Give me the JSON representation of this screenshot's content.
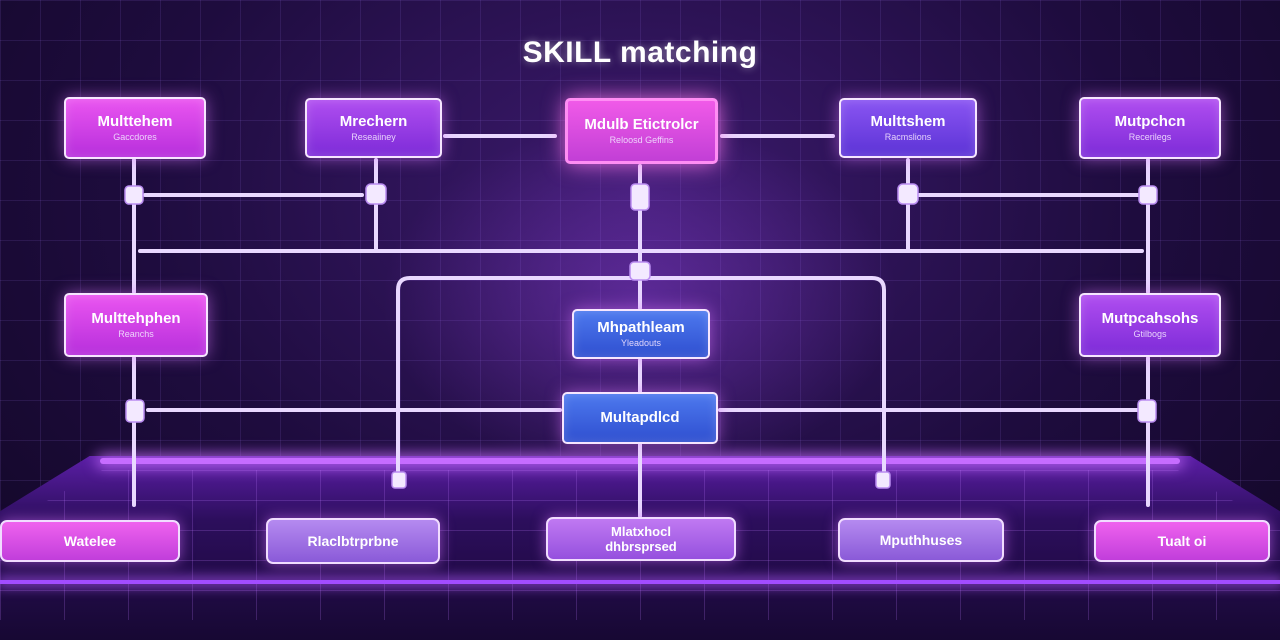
{
  "title": "SKILL matching",
  "colors": {
    "background": "#1e0c3e",
    "accent_pink": "#ea55f0",
    "accent_violet": "#b04ef0",
    "accent_blue": "#3f63e0",
    "wire": "#e9d8ff"
  },
  "top_nodes": [
    {
      "label": "Multtehem",
      "sub": "Gaccdores"
    },
    {
      "label": "Mrechern",
      "sub": "Reseaiiney"
    },
    {
      "label": "Mdulb Etictrolcr",
      "sub": "Reloosd Geffins"
    },
    {
      "label": "Multtshem",
      "sub": "Racmslions"
    },
    {
      "label": "Mutpchcn",
      "sub": "Recerilegs"
    }
  ],
  "side_nodes": [
    {
      "label": "Multtehphen",
      "sub": "Reanchs"
    },
    {
      "label": "Mutpcahsohs",
      "sub": "Gtilbogs"
    }
  ],
  "center_nodes": [
    {
      "label": "Mhpathleam",
      "sub": "Yleadouts"
    },
    {
      "label": "Multapdlcd",
      "sub": ""
    }
  ],
  "bottom_plates": [
    {
      "label": "Watelee"
    },
    {
      "label": "Rlaclbtrprbne"
    },
    {
      "label": "Mlatxhocl\ndhbrsprsed"
    },
    {
      "label": "Mputhhuses"
    },
    {
      "label": "Tualt oi"
    }
  ]
}
